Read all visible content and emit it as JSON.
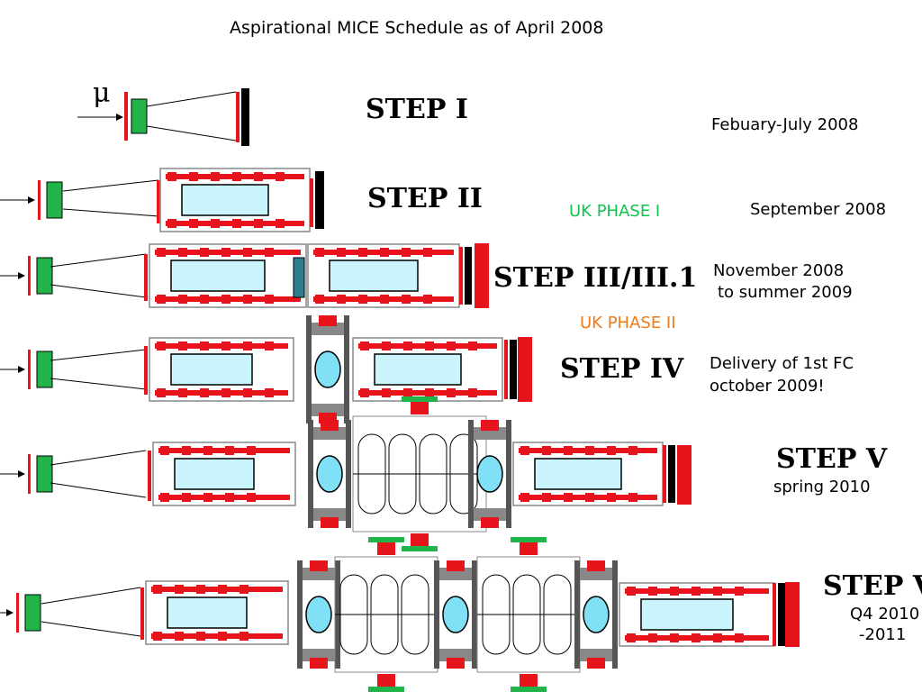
{
  "title": "Aspirational MICE Schedule as of April 2008",
  "muon_symbol": "μ",
  "phases": {
    "uk_phase_1": {
      "label": "UK PHASE I",
      "color": "#11c34f"
    },
    "uk_phase_2": {
      "label": "UK PHASE II",
      "color": "#f07a16"
    }
  },
  "steps": [
    {
      "label": "STEP I",
      "date_lines": [
        "Febuary-July 2008"
      ]
    },
    {
      "label": "STEP II",
      "date_lines": [
        "September 2008"
      ]
    },
    {
      "label": "STEP III/III.1",
      "date_lines": [
        "November 2008",
        "to summer 2009"
      ]
    },
    {
      "label": "STEP IV",
      "date_lines": [
        "Delivery of 1st FC",
        "october 2009!"
      ]
    },
    {
      "label": "STEP V",
      "date_lines": [
        "spring 2010"
      ]
    },
    {
      "label": "STEP VI",
      "date_lines": [
        "Q4 2010",
        "-2011"
      ]
    }
  ],
  "colors": {
    "red": "#e8141c",
    "green": "#22b34a",
    "cyan": "#c9f4fb",
    "gray": "#888888"
  }
}
